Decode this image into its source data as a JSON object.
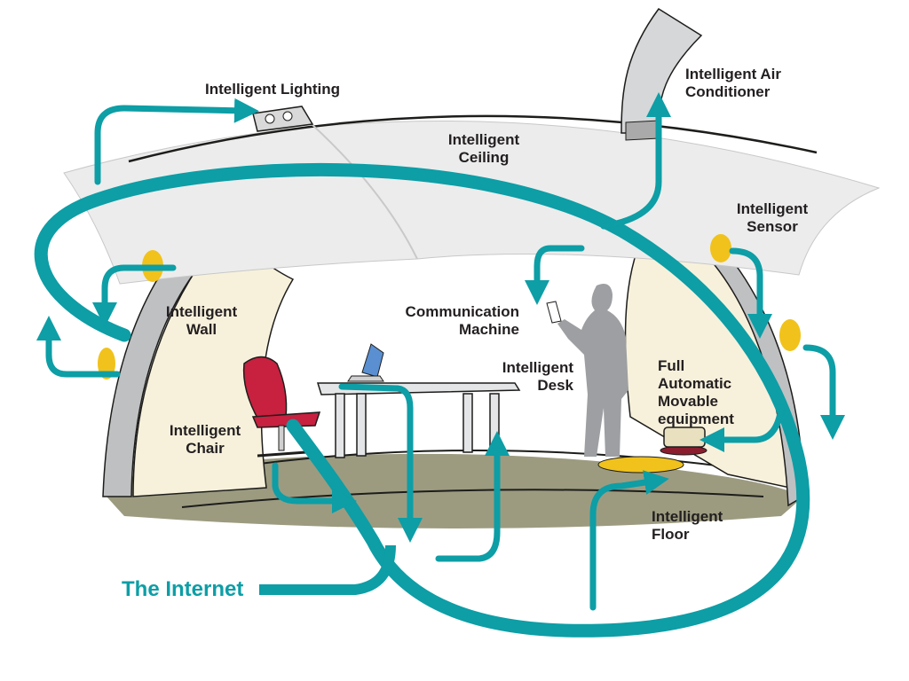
{
  "diagram": {
    "colors": {
      "network": "#0d9ea6",
      "ceiling": "#ececec",
      "wall": "#f7f1dc",
      "wall_rim": "#bfc0c2",
      "floor": "#9c9b80",
      "chair": "#c8203f",
      "sensor": "#f1c21b",
      "person": "#9d9fa2",
      "text": "#231f20"
    },
    "labels": {
      "lighting": "Intelligent Lighting",
      "air_conditioner": [
        "Intelligent Air",
        "Conditioner"
      ],
      "ceiling": [
        "Intelligent",
        "Ceiling"
      ],
      "sensor": [
        "Intelligent",
        "Sensor"
      ],
      "wall": [
        "Intelligent",
        "Wall"
      ],
      "communication": [
        "Communication",
        "Machine"
      ],
      "desk": [
        "Intelligent",
        "Desk"
      ],
      "movable": [
        "Full",
        "Automatic",
        "Movable",
        "equipment"
      ],
      "chair": [
        "Intelligent",
        "Chair"
      ],
      "floor": [
        "Intelligent",
        "Floor"
      ],
      "internet": "The Internet"
    }
  }
}
